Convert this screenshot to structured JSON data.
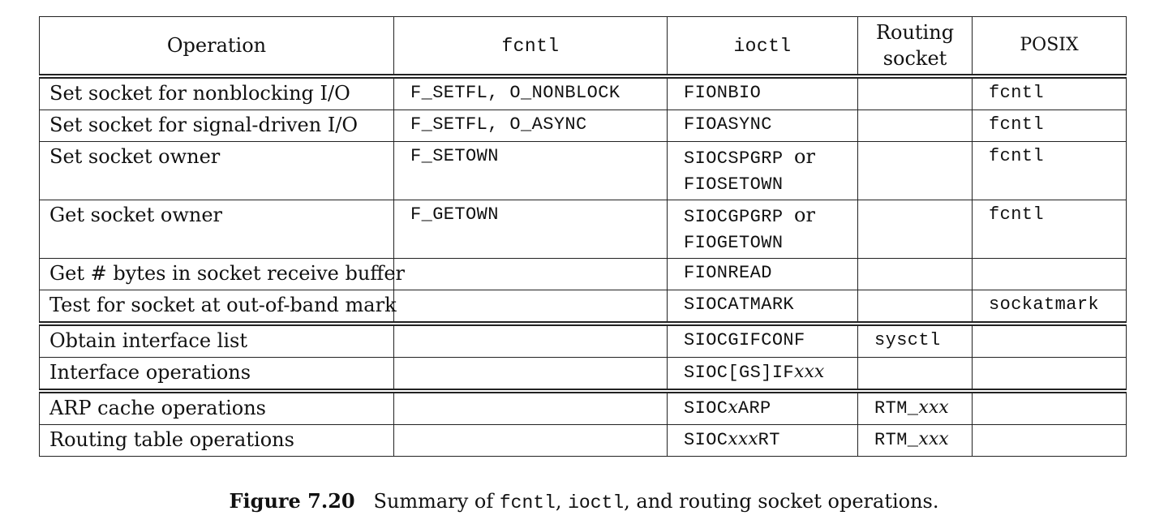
{
  "header": {
    "operation": "Operation",
    "fcntl": "fcntl",
    "ioctl": "ioctl",
    "routing_line1": "Routing",
    "routing_line2": "socket",
    "posix": "POSIX"
  },
  "rows": [
    {
      "operation": "Set socket for nonblocking I/O",
      "fcntl": "F_SETFL, O_NONBLOCK",
      "ioctl": "FIONBIO",
      "routing": "",
      "posix": "fcntl"
    },
    {
      "operation": "Set socket for signal-driven I/O",
      "fcntl": "F_SETFL, O_ASYNC",
      "ioctl": "FIOASYNC",
      "routing": "",
      "posix": "fcntl"
    },
    {
      "operation": "Set socket owner",
      "fcntl": "F_SETOWN",
      "ioctl_line1": "SIOCSPGRP",
      "ioctl_or": "or",
      "ioctl_line2": "FIOSETOWN",
      "routing": "",
      "posix": "fcntl"
    },
    {
      "operation": "Get socket owner",
      "fcntl": "F_GETOWN",
      "ioctl_line1": "SIOCGPGRP",
      "ioctl_or": "or",
      "ioctl_line2": "FIOGETOWN",
      "routing": "",
      "posix": "fcntl"
    },
    {
      "operation": "Get # bytes in socket receive buffer",
      "fcntl": "",
      "ioctl": "FIONREAD",
      "routing": "",
      "posix": ""
    },
    {
      "operation": "Test for socket at out-of-band mark",
      "fcntl": "",
      "ioctl": "SIOCATMARK",
      "routing": "",
      "posix": "sockatmark"
    },
    {
      "operation": "Obtain interface list",
      "fcntl": "",
      "ioctl": "SIOCGIFCONF",
      "routing": "sysctl",
      "posix": ""
    },
    {
      "operation": "Interface operations",
      "fcntl": "",
      "ioctl_prefix": "SIOC[GS]IF",
      "ioctl_italic": "xxx",
      "routing": "",
      "posix": ""
    },
    {
      "operation": "ARP cache operations",
      "fcntl": "",
      "ioctl_prefix": "SIOC",
      "ioctl_italic": "x",
      "ioctl_suffix": "ARP",
      "routing_prefix": "RTM_",
      "routing_italic": "xxx",
      "posix": ""
    },
    {
      "operation": "Routing table operations",
      "fcntl": "",
      "ioctl_prefix": "SIOC",
      "ioctl_italic": "xxx",
      "ioctl_suffix": "RT",
      "routing_prefix": "RTM_",
      "routing_italic": "xxx",
      "posix": ""
    }
  ],
  "caption": {
    "label": "Figure 7.20",
    "text_before": "Summary of ",
    "code1": "fcntl",
    "sep1": ", ",
    "code2": "ioctl",
    "text_after": ", and routing socket operations."
  }
}
